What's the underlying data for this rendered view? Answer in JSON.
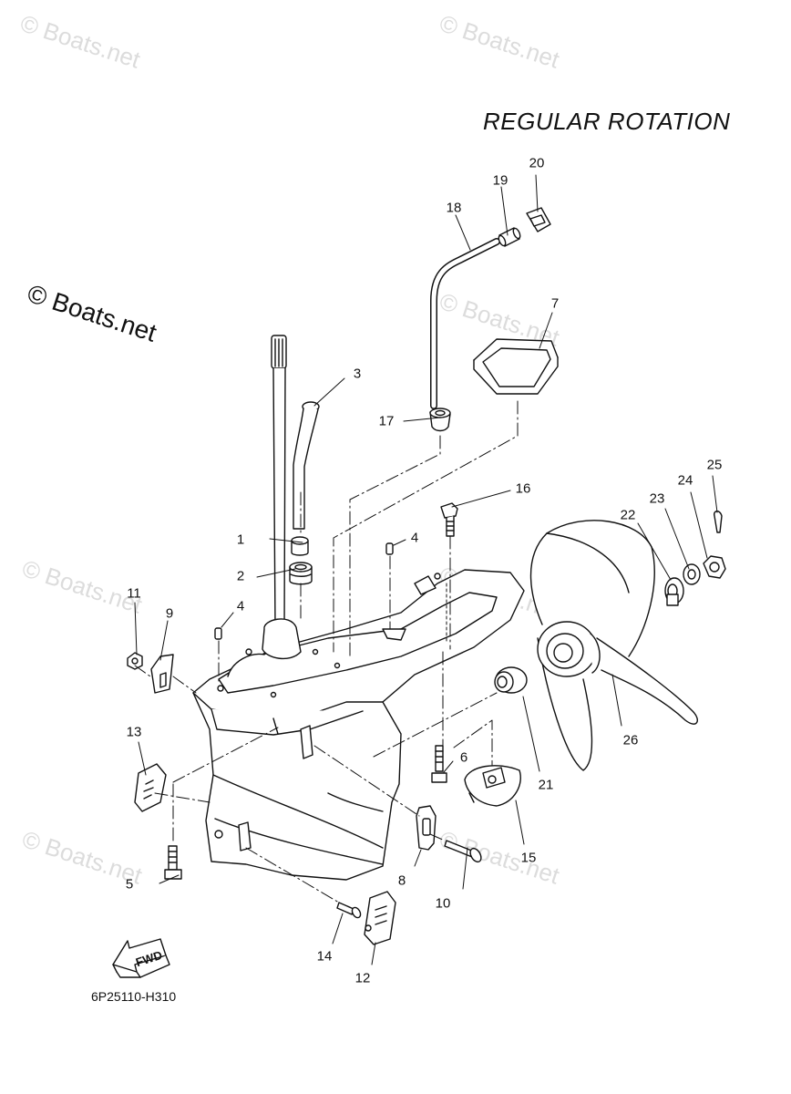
{
  "title": "REGULAR ROTATION",
  "diagram_code": "6P25110-H310",
  "watermark": "© Boats.net",
  "fwd_label": "FWD",
  "callouts": [
    "1",
    "2",
    "3",
    "4",
    "4",
    "5",
    "6",
    "7",
    "8",
    "9",
    "10",
    "11",
    "12",
    "13",
    "14",
    "15",
    "16",
    "17",
    "18",
    "19",
    "20",
    "21",
    "22",
    "23",
    "24",
    "25",
    "26"
  ]
}
